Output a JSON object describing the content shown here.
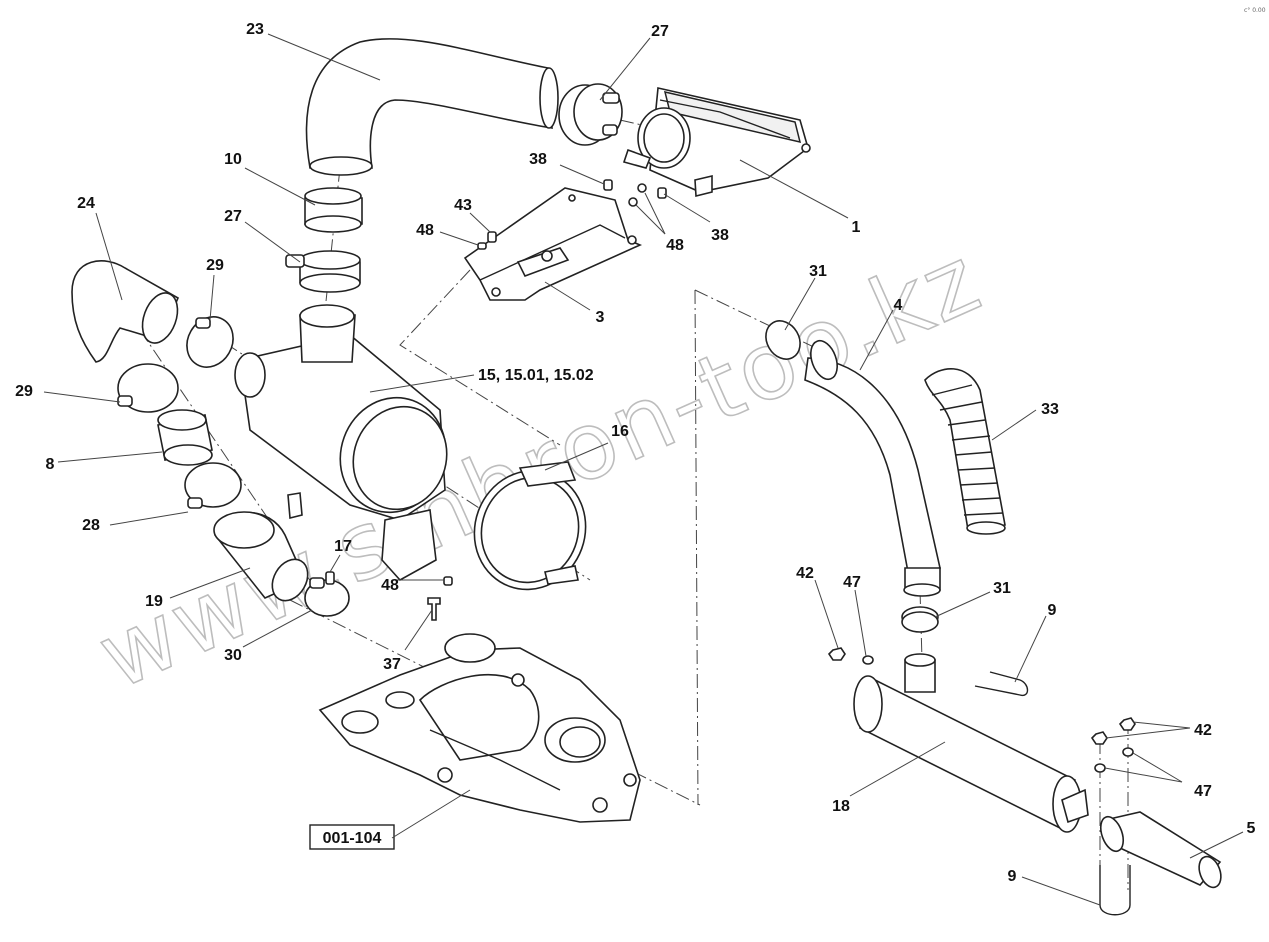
{
  "corner_mark": "c° 0.00",
  "watermark": "www.sinhron-too.kz",
  "reference_box": "001-104",
  "labels": {
    "l23": "23",
    "l27a": "27",
    "l10": "10",
    "l27b": "27",
    "l24": "24",
    "l29a": "29",
    "l29b": "29",
    "l8": "8",
    "l28": "28",
    "l19": "19",
    "l30": "30",
    "l17": "17",
    "l48c": "48",
    "l37": "37",
    "l15": "15, 15.01, 15.02",
    "l16": "16",
    "l43": "43",
    "l48a": "48",
    "l3": "3",
    "l38a": "38",
    "l38b": "38",
    "l48b": "48",
    "l1": "1",
    "l31a": "31",
    "l4": "4",
    "l33": "33",
    "l42a": "42",
    "l47a": "47",
    "l31b": "31",
    "l9a": "9",
    "l42b": "42",
    "l47b": "47",
    "l18": "18",
    "l5": "5",
    "l9b": "9"
  }
}
